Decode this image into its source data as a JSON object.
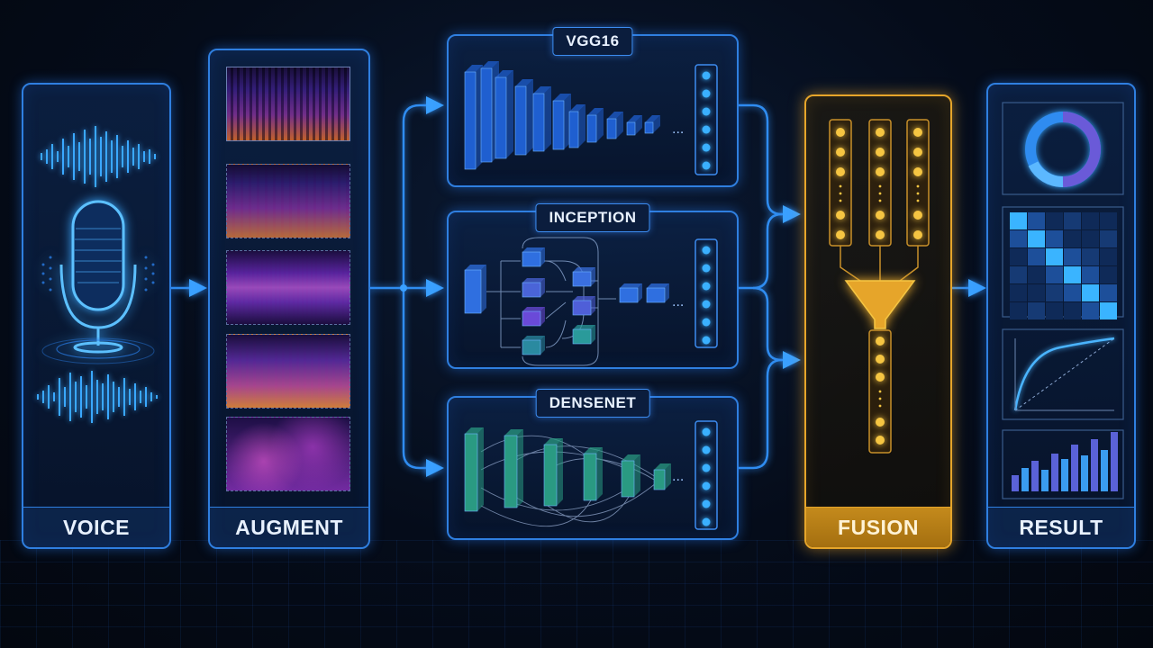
{
  "stages": {
    "voice": "VOICE",
    "augment": "AUGMENT",
    "fusion": "FUSION",
    "result": "RESULT"
  },
  "networks": {
    "vgg": "VGG16",
    "inception": "INCEPTION",
    "densenet": "DENSENET"
  },
  "ellipsis": "...",
  "colors": {
    "accent_blue": "#2f7fe0",
    "fusion_gold": "#e6a52a",
    "vgg_block": "#1f5fd0",
    "inception_block": "#2f6fe0",
    "densenet_block": "#2a9a82",
    "node": "#3ab0ff",
    "fusion_node": "#f5c542"
  },
  "icons": [
    "microphone-icon",
    "waveform-icon",
    "spectrogram",
    "donut-chart",
    "confusion-matrix",
    "roc-curve",
    "bar-chart"
  ]
}
